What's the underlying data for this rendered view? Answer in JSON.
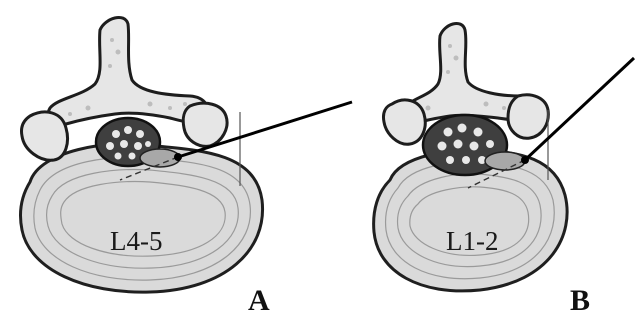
{
  "panels": [
    {
      "panel_label": "A",
      "disc_label": "L4-5"
    },
    {
      "panel_label": "B",
      "disc_label": "L1-2"
    }
  ],
  "colors": {
    "bone": "#e6e6e6",
    "disc": "#dadada",
    "cord": "#3f3f3f",
    "needle": "#000000"
  }
}
